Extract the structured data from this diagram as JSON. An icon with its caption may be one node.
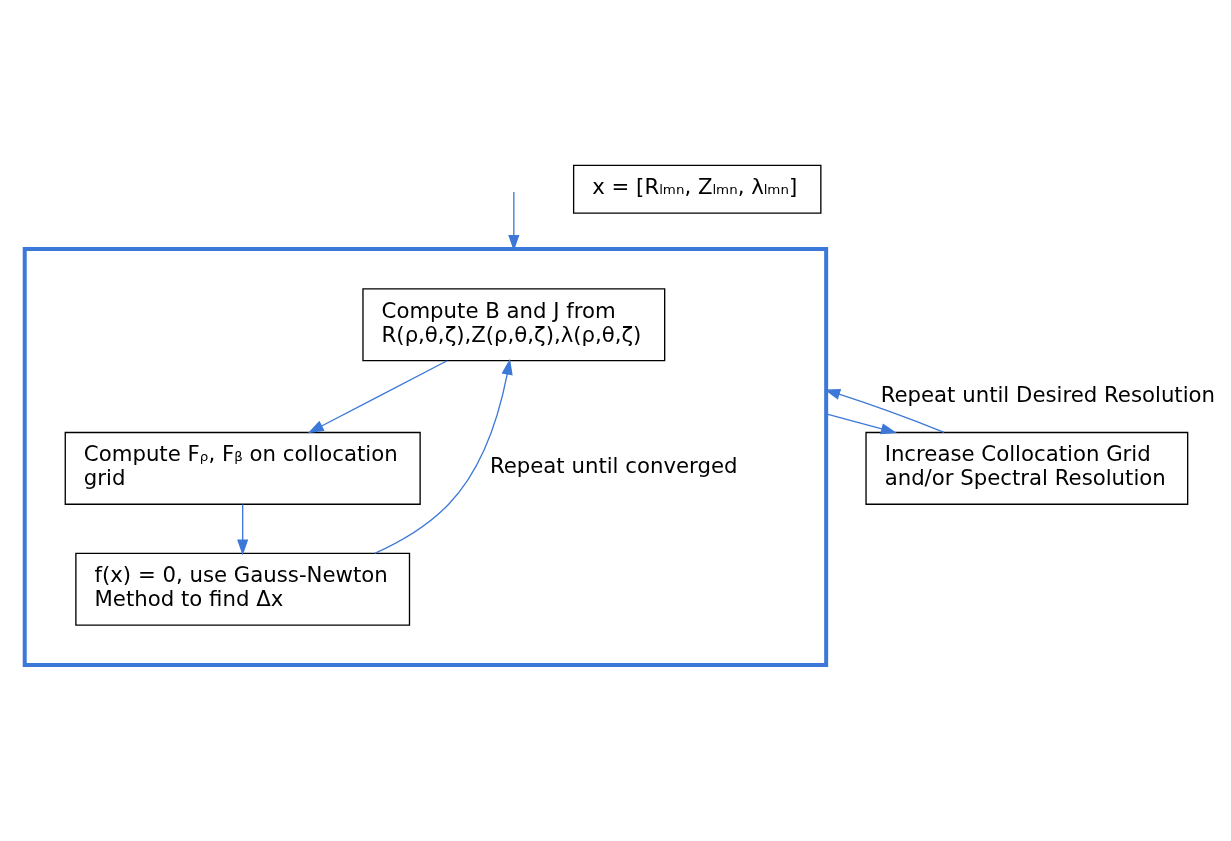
{
  "diagram": {
    "nodes": [
      {
        "text": [],
        "shape": "box"
      },
      {
        "text": [
          "Compute B and J from R(ρ,θ,ζ),Z(ρ,θ,ζ),λ(ρ,θ,ζ)"
        ],
        "in": 0
      },
      {
        "text": [
          "Compute Fᵨ, Fᵦ on collocation grid"
        ],
        "in": 0
      },
      {
        "text": [
          "f(x) = 0, use Gauss-Newton Method to find Δx"
        ],
        "in": 0
      },
      {
        "text": [
          "Increase Collocation Grid and/or Spectral Resolution"
        ]
      },
      {
        "text": [
          "x = [Rₗₘₙ, Zₗₘₙ, λₗₘₙ]"
        ]
      }
    ],
    "edges": [
      {
        "from": 1,
        "to": 2,
        "arrow": "to"
      },
      {
        "from": 2,
        "to": 3,
        "arrow": "to"
      },
      {
        "from": 3,
        "to": 1,
        "arrow": "to",
        "label": "Repeat until converged"
      },
      {
        "from": 0,
        "to": 4,
        "arrow": "to"
      },
      {
        "from": 4,
        "to": 0,
        "arrow": "to",
        "label": "Repeat until Desired Resolution"
      },
      {
        "from": null,
        "to": 0,
        "arrow": "to"
      }
    ]
  }
}
